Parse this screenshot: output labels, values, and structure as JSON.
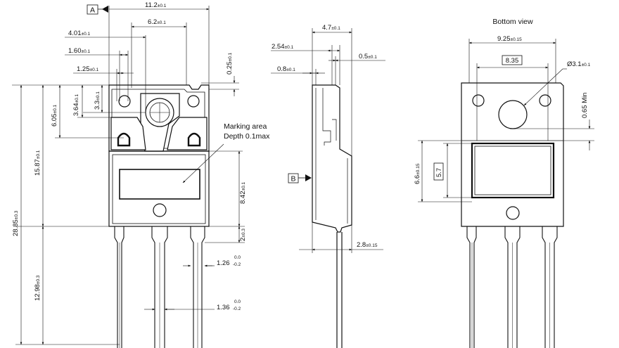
{
  "front": {
    "datum_a": "A",
    "dim_11_2": {
      "v": "11.2",
      "t": "±0.1"
    },
    "dim_6_2": {
      "v": "6.2",
      "t": "±0.1"
    },
    "dim_4_01": {
      "v": "4.01",
      "t": "±0.1"
    },
    "dim_1_60": {
      "v": "1.60",
      "t": "±0.1"
    },
    "dim_1_25": {
      "v": "1.25",
      "t": "±0.1"
    },
    "dim_0_25": {
      "v": "0.25",
      "t": "±0.1"
    },
    "dim_3_3": {
      "v": "3.3",
      "t": "±0.1"
    },
    "dim_3_64": {
      "v": "3.64",
      "t": "±0.1"
    },
    "dim_6_05": {
      "v": "6.05",
      "t": "±0.1"
    },
    "dim_15_87": {
      "v": "15.87",
      "t": "±0.1"
    },
    "dim_28_85": {
      "v": "28.85",
      "t": "±0.3"
    },
    "dim_12_98": {
      "v": "12.98",
      "t": "±0.3"
    },
    "dim_8_42": {
      "v": "8.42",
      "t": "±0.1"
    },
    "dim_2": {
      "v": "2",
      "t": "±0.3"
    },
    "dim_1_26": {
      "v": "1.26",
      "up": "0.0",
      "dn": "-0.2"
    },
    "dim_1_36": {
      "v": "1.36",
      "up": "0.0",
      "dn": "-0.2"
    },
    "marking_line1": "Marking area",
    "marking_line2": "Depth 0.1max"
  },
  "side": {
    "datum_b": "B",
    "dim_4_7": {
      "v": "4.7",
      "t": "±0.1"
    },
    "dim_2_54": {
      "v": "2.54",
      "t": "±0.1"
    },
    "dim_0_5": {
      "v": "0.5",
      "t": "±0.1"
    },
    "dim_0_8": {
      "v": "0.8",
      "t": "±0.1"
    },
    "dim_2_8": {
      "v": "2.8",
      "t": "±0.15"
    }
  },
  "bottom": {
    "title": "Bottom view",
    "dim_9_25": {
      "v": "9.25",
      "t": "±0.15"
    },
    "dim_8_35": "8.35",
    "dim_hole": {
      "v": "Ø3.1",
      "t": "±0.1"
    },
    "dim_0_65": "0.65 Min",
    "dim_6_6": {
      "v": "6.6",
      "t": "±0.15"
    },
    "dim_5_7": "5.7"
  }
}
